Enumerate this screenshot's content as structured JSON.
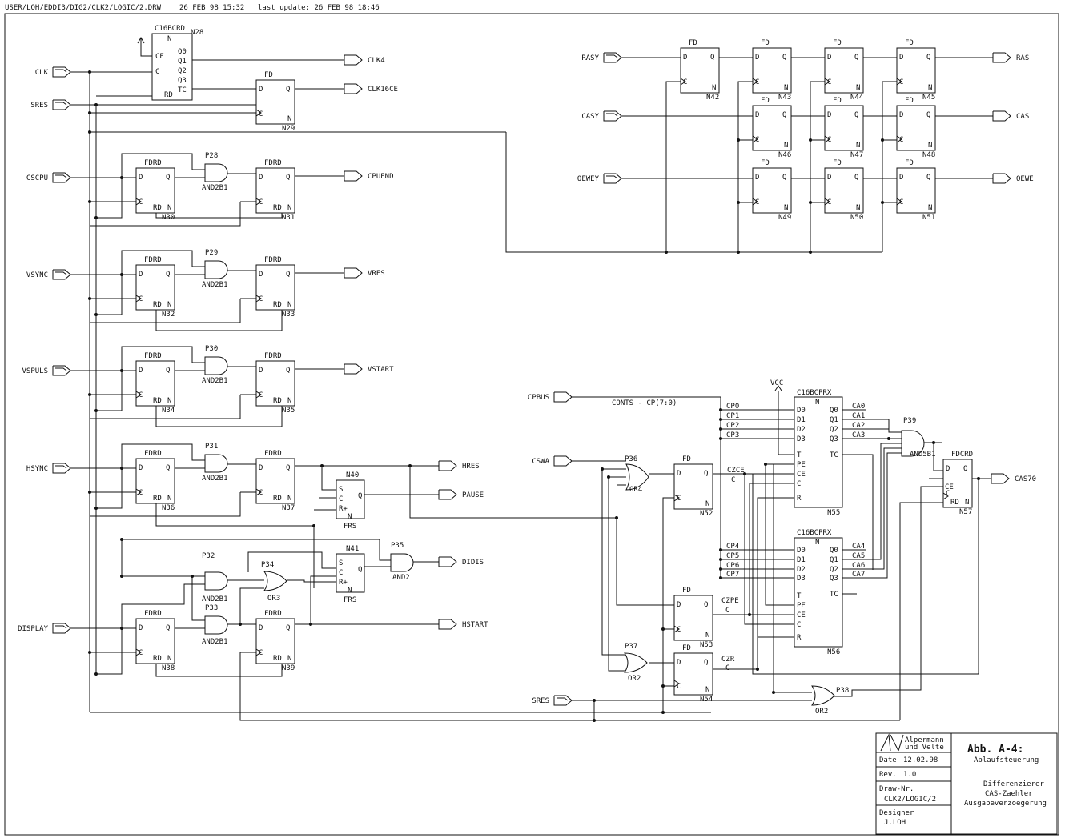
{
  "header": {
    "path": "USER/LOH/EDDI3/DIG2/CLK2/LOGIC/2.DRW",
    "date": "26 FEB 98 15:32",
    "update": "last update: 26 FEB 98 18:46"
  },
  "bus_label": "CONTS - CP(7:0)",
  "vcc": "VCC",
  "ports_in": [
    {
      "id": "clk",
      "label": "CLK"
    },
    {
      "id": "sres",
      "label": "SRES"
    },
    {
      "id": "cscpu",
      "label": "CSCPU"
    },
    {
      "id": "vsync",
      "label": "VSYNC"
    },
    {
      "id": "vspuls",
      "label": "VSPULS"
    },
    {
      "id": "hsync",
      "label": "HSYNC"
    },
    {
      "id": "display",
      "label": "DISPLAY"
    },
    {
      "id": "rasy",
      "label": "RASY"
    },
    {
      "id": "casy",
      "label": "CASY"
    },
    {
      "id": "oewey",
      "label": "OEWEY"
    },
    {
      "id": "cpbus",
      "label": "CPBUS"
    },
    {
      "id": "cswa",
      "label": "CSWA"
    },
    {
      "id": "sres2",
      "label": "SRES"
    }
  ],
  "ports_out": [
    {
      "id": "clk4",
      "label": "CLK4"
    },
    {
      "id": "clk16ce",
      "label": "CLK16CE"
    },
    {
      "id": "cpuend",
      "label": "CPUEND"
    },
    {
      "id": "vres",
      "label": "VRES"
    },
    {
      "id": "vstart",
      "label": "VSTART"
    },
    {
      "id": "hres",
      "label": "HRES"
    },
    {
      "id": "pause",
      "label": "PAUSE"
    },
    {
      "id": "didis",
      "label": "DIDIS"
    },
    {
      "id": "hstart",
      "label": "HSTART"
    },
    {
      "id": "ras",
      "label": "RAS"
    },
    {
      "id": "cas",
      "label": "CAS"
    },
    {
      "id": "oewe",
      "label": "OEWE"
    },
    {
      "id": "cas70",
      "label": "CAS70"
    }
  ],
  "ffs": [
    {
      "id": "n29",
      "type": "FD",
      "name": "N29"
    },
    {
      "id": "n30",
      "type": "FDRD",
      "name": "N30"
    },
    {
      "id": "n31",
      "type": "FDRD",
      "name": "N31"
    },
    {
      "id": "n32",
      "type": "FDRD",
      "name": "N32"
    },
    {
      "id": "n33",
      "type": "FDRD",
      "name": "N33"
    },
    {
      "id": "n34",
      "type": "FDRD",
      "name": "N34"
    },
    {
      "id": "n35",
      "type": "FDRD",
      "name": "N35"
    },
    {
      "id": "n36",
      "type": "FDRD",
      "name": "N36"
    },
    {
      "id": "n37",
      "type": "FDRD",
      "name": "N37"
    },
    {
      "id": "n38",
      "type": "FDRD",
      "name": "N38"
    },
    {
      "id": "n39",
      "type": "FDRD",
      "name": "N39"
    },
    {
      "id": "n42",
      "type": "FD",
      "name": "N42"
    },
    {
      "id": "n43",
      "type": "FD",
      "name": "N43"
    },
    {
      "id": "n44",
      "type": "FD",
      "name": "N44"
    },
    {
      "id": "n45",
      "type": "FD",
      "name": "N45"
    },
    {
      "id": "n46",
      "type": "FD",
      "name": "N46"
    },
    {
      "id": "n47",
      "type": "FD",
      "name": "N47"
    },
    {
      "id": "n48",
      "type": "FD",
      "name": "N48"
    },
    {
      "id": "n49",
      "type": "FD",
      "name": "N49"
    },
    {
      "id": "n50",
      "type": "FD",
      "name": "N50"
    },
    {
      "id": "n51",
      "type": "FD",
      "name": "N51"
    },
    {
      "id": "n52",
      "type": "FD",
      "name": "N52"
    },
    {
      "id": "n53",
      "type": "FD",
      "name": "N53"
    },
    {
      "id": "n54",
      "type": "FD",
      "name": "N54"
    },
    {
      "id": "n57",
      "type": "FDCRD",
      "name": "N57"
    }
  ],
  "gates": [
    {
      "id": "p28",
      "name": "P28",
      "type": "AND2B1"
    },
    {
      "id": "p29",
      "name": "P29",
      "type": "AND2B1"
    },
    {
      "id": "p30",
      "name": "P30",
      "type": "AND2B1"
    },
    {
      "id": "p31",
      "name": "P31",
      "type": "AND2B1"
    },
    {
      "id": "p32",
      "name": "P32",
      "type": "AND2B1"
    },
    {
      "id": "p33",
      "name": "P33",
      "type": "AND2B1"
    },
    {
      "id": "p34",
      "name": "P34",
      "type": "OR3"
    },
    {
      "id": "p35",
      "name": "P35",
      "type": "AND2"
    },
    {
      "id": "p36",
      "name": "P36",
      "type": "OR4"
    },
    {
      "id": "p37",
      "name": "P37",
      "type": "OR2"
    },
    {
      "id": "p38",
      "name": "P38",
      "type": "OR2"
    },
    {
      "id": "p39",
      "name": "P39",
      "type": "AND5B1"
    }
  ],
  "frs": [
    {
      "id": "n40",
      "name": "N40",
      "type": "FRS"
    },
    {
      "id": "n41",
      "name": "N41",
      "type": "FRS"
    }
  ],
  "counters": [
    {
      "id": "n28",
      "type": "C16BCRD",
      "name": "N28"
    },
    {
      "id": "n55",
      "type": "C16BCPRX",
      "name": "N55"
    },
    {
      "id": "n56",
      "type": "C16BCPRX",
      "name": "N56"
    }
  ],
  "pins": {
    "d": "D",
    "q": "Q",
    "c": "C",
    "rd": "RD",
    "n": "N",
    "s": "S",
    "rp": "R+",
    "ce": "CE",
    "tc": "TC",
    "t": "T",
    "pe": "PE",
    "r": "R"
  },
  "n28_pins": [
    "Q0",
    "Q1",
    "Q2",
    "Q3"
  ],
  "n55_in": [
    "D0",
    "D1",
    "D2",
    "D3"
  ],
  "n55_q": [
    "Q0",
    "Q1",
    "Q2",
    "Q3"
  ],
  "cp_lo": [
    "CP0",
    "CP1",
    "CP2",
    "CP3"
  ],
  "cp_hi": [
    "CP4",
    "CP5",
    "CP6",
    "CP7"
  ],
  "ca_lo": [
    "CA0",
    "CA1",
    "CA2",
    "CA3"
  ],
  "ca_hi": [
    "CA4",
    "CA5",
    "CA6",
    "CA7"
  ],
  "nets": {
    "czce": "CZCE",
    "czpe": "CZPE",
    "czr": "CZR",
    "c": "C"
  },
  "title_block": {
    "company1": "Alpermann",
    "company2": "und Velte",
    "date_label": "Date",
    "date": "12.02.98",
    "rev_label": "Rev.",
    "rev": "1.0",
    "draw_label": "Draw-Nr.",
    "draw": "CLK2/LOGIC/2",
    "designer_label": "Designer",
    "designer": "J.LOH",
    "fig": "Abb. A-4:",
    "fig_sub": "Ablaufsteuerung",
    "desc1": "Differenzierer",
    "desc2": "CAS-Zaehler",
    "desc3": "Ausgabeverzoegerung"
  }
}
